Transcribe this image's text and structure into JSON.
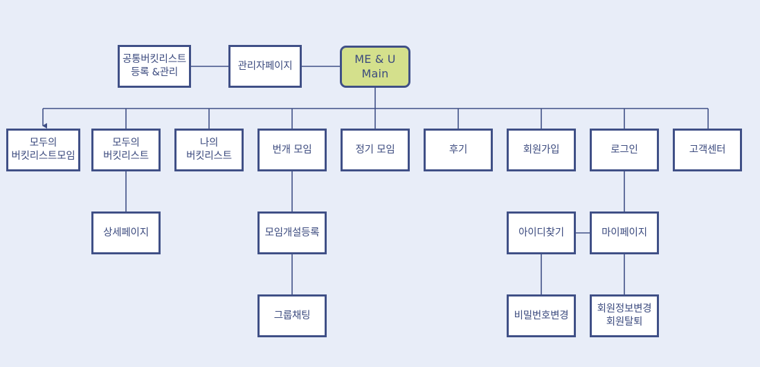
{
  "diagram": {
    "title": "ME & U Main sitemap",
    "background_color": "#e8edf8",
    "node_fill": "#ffffff",
    "node_border_color": "#3f4f86",
    "node_text_color": "#3b4a7e",
    "root_fill": "#d4e08c",
    "connector_color": "#3f4f86"
  },
  "nodes": {
    "admin_bucketlist": {
      "label": "공통버킷리스트\n등록 &관리"
    },
    "admin_page": {
      "label": "관리자페이지"
    },
    "root": {
      "label": "ME & U\nMain"
    },
    "all_bucketlist_group": {
      "label": "모두의\n버킷리스트모임"
    },
    "all_bucketlist": {
      "label": "모두의\n버킷리스트"
    },
    "my_bucketlist": {
      "label": "나의\n버킷리스트"
    },
    "flash_meeting": {
      "label": "번개 모임"
    },
    "regular_meeting": {
      "label": "정기 모임"
    },
    "review": {
      "label": "후기"
    },
    "signup": {
      "label": "회원가입"
    },
    "login": {
      "label": "로그인"
    },
    "customer_center": {
      "label": "고객센터"
    },
    "detail_page": {
      "label": "상세페이지"
    },
    "meeting_create": {
      "label": "모임개설등록"
    },
    "group_chat": {
      "label": "그룹채팅"
    },
    "find_id": {
      "label": "아이디찾기"
    },
    "my_page": {
      "label": "마이페이지"
    },
    "change_password": {
      "label": "비밀번호변경"
    },
    "change_member_info": {
      "label": "회원정보변경\n회원탈퇴"
    }
  }
}
